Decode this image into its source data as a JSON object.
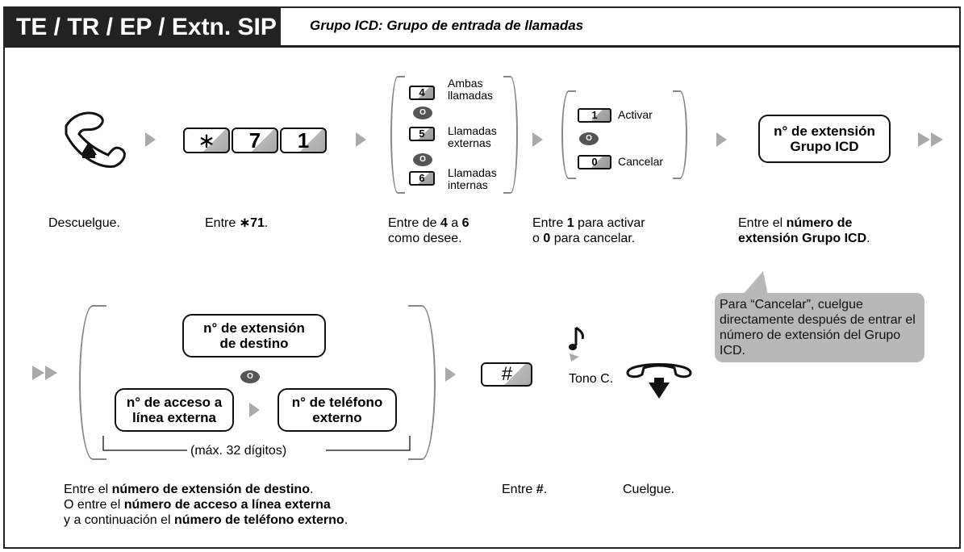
{
  "header": {
    "mode": "TE / TR / EP / Extn. SIP",
    "feature": "Grupo ICD: Grupo de entrada de llamadas"
  },
  "step1": {
    "keys": [
      "∗",
      "7",
      "1"
    ],
    "options": [
      {
        "key": "4",
        "label_1": "Ambas",
        "label_2": "llamadas"
      },
      {
        "key": "5",
        "label_1": "Llamadas",
        "label_2": "externas"
      },
      {
        "key": "6",
        "label_1": "Llamadas",
        "label_2": "internas"
      }
    ],
    "or_symbol": "O",
    "set_options": [
      {
        "key": "1",
        "label": "Activar"
      },
      {
        "key": "0",
        "label": "Cancelar"
      }
    ],
    "group_box": {
      "line1": "n° de  extensión",
      "line2": "Grupo ICD"
    }
  },
  "step2": {
    "dest_box": {
      "line1": "n° de extensión",
      "line2": "de destino"
    },
    "access_box": {
      "line1": "n° de acceso a",
      "line2": "línea externa"
    },
    "phone_box": {
      "line1": "n° de teléfono",
      "line2": "externo"
    },
    "max_digits": "(máx. 32 dígitos)",
    "hash_key": "#",
    "tone_label": "Tono C."
  },
  "desc": {
    "offhook": "Descuelgue.",
    "enter_prefix": "Entre ",
    "enter_code": "∗71",
    "period": ".",
    "d3_a": "Entre de ",
    "d3_b": "4",
    "d3_c": " a ",
    "d3_d": "6",
    "d3_line2": "como desee.",
    "d4_a": "Entre ",
    "d4_b": "1",
    "d4_c": " para activar",
    "d4_d": "o ",
    "d4_e": "0",
    "d4_f": " para cancelar.",
    "d5_a": "Entre el  ",
    "d5_b": "número de",
    "d5_c": "extensión Grupo ICD",
    "d6_a": "Entre el ",
    "d6_b": "número de extensión de destino",
    "d6_c": "O entre el ",
    "d6_d": "número de acceso a línea externa",
    "d6_e": "y a continuación el ",
    "d6_f": "número de teléfono externo",
    "hash": "#",
    "onhook": "Cuelgue."
  },
  "note": "Para “Cancelar”, cuelgue directamente después de entrar el número de extensión del Grupo ICD."
}
